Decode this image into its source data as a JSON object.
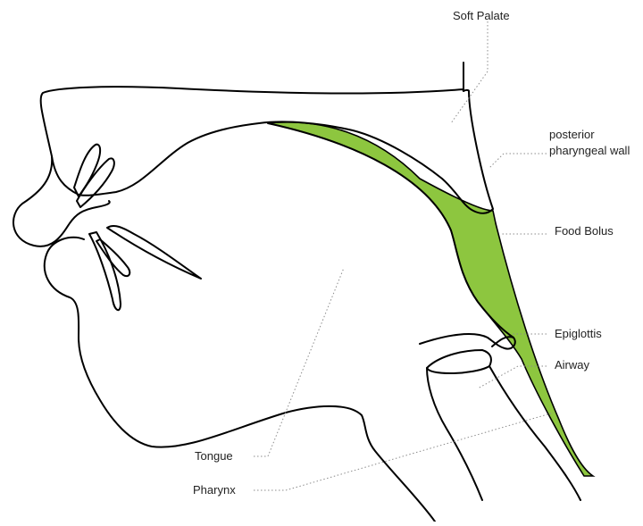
{
  "diagram": {
    "labels": {
      "soft_palate": "Soft Palate",
      "posterior_wall_line1": "posterior",
      "posterior_wall_line2": "pharyngeal wall",
      "food_bolus": "Food Bolus",
      "epiglottis": "Epiglottis",
      "airway": "Airway",
      "tongue": "Tongue",
      "pharynx": "Pharynx"
    },
    "colors": {
      "outline": "#000000",
      "bolus_fill": "#8dc63f",
      "leader_line": "#8c8c8c"
    }
  }
}
